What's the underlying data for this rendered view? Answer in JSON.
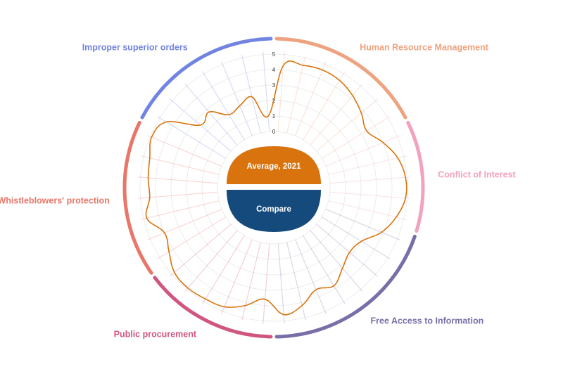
{
  "chart_data": {
    "type": "radar",
    "title": "",
    "r_ticks": [
      "0",
      "1",
      "2",
      "3",
      "4",
      "5"
    ],
    "r_range": [
      0,
      5
    ],
    "grid": true,
    "line_color": "#D9730D",
    "categories": [
      {
        "name": "Human Resource Management",
        "color": "#EFA27F",
        "spokes": 7
      },
      {
        "name": "Conflict of Interest",
        "color": "#F2A2BE",
        "spokes": 5
      },
      {
        "name": "Free Access to Information",
        "color": "#7A6EA8",
        "spokes": 8
      },
      {
        "name": "Public procurement",
        "color": "#D1567E",
        "spokes": 6
      },
      {
        "name": "Whistleblowers' protection",
        "color": "#E8776A",
        "spokes": 7
      },
      {
        "name": "Improper superior orders",
        "color": "#7184E2",
        "spokes": 7
      }
    ],
    "values": [
      4.3,
      4.5,
      4.6,
      4.5,
      4.2,
      3.8,
      3.4,
      4.0,
      4.6,
      4.9,
      4.9,
      4.5,
      3.9,
      3.0,
      2.8,
      3.2,
      3.8,
      3.5,
      4.2,
      4.6,
      3.6,
      4.2,
      4.7,
      4.8,
      4.9,
      4.8,
      4.3,
      4.0,
      4.8,
      4.4,
      4.5,
      4.6,
      4.9,
      4.5,
      2.6,
      2.8,
      1.9,
      2.1,
      2.4,
      1.0
    ]
  },
  "controls": {
    "primary_label": "Average, 2021",
    "secondary_label": "Compare",
    "primary_color": "#D9730D",
    "secondary_color": "#154A7D"
  }
}
